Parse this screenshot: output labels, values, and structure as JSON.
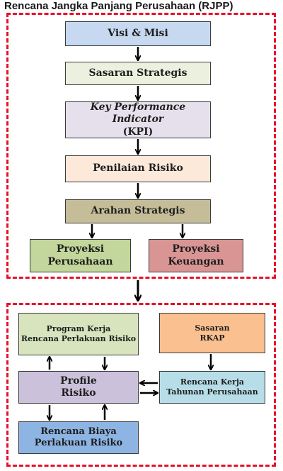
{
  "title": "Rencana Jangka Panjang Perusahaan (RJPP)",
  "colors": {
    "frame_border": "#e8102a",
    "visi": "#c6d9f1",
    "sasaran": "#ebf1de",
    "kpi": "#e6e0ec",
    "risiko": "#fde9d9",
    "arahan": "#c4bd97",
    "proyeksi_perusahaan": "#c3d69b",
    "proyeksi_keuangan": "#d99594",
    "program_kerja": "#d7e4bd",
    "sasaran_rkap": "#fac090",
    "profile": "#ccc1da",
    "rencana_kerja": "#b7dee8",
    "rencana_biaya": "#8eb4e3"
  },
  "top": {
    "visi": "Visi & Misi",
    "sasaran": "Sasaran Strategis",
    "kpi_line1": "Key Performance Indicator",
    "kpi_line2": "(KPI)",
    "penilaian": "Penilaian Risiko",
    "arahan": "Arahan Strategis",
    "proyeksi_perusahaan_line1": "Proyeksi",
    "proyeksi_perusahaan_line2": "Perusahaan",
    "proyeksi_keuangan_line1": "Proyeksi",
    "proyeksi_keuangan_line2": "Keuangan"
  },
  "bottom": {
    "program_line1": "Program Kerja",
    "program_line2": "Rencana Perlakuan Risiko",
    "sasaran_rkap_line1": "Sasaran",
    "sasaran_rkap_line2": "RKAP",
    "profile_line1": "Profile",
    "profile_line2": "Risiko",
    "rencana_kerja_line1": "Rencana Kerja",
    "rencana_kerja_line2": "Tahunan Perusahaan",
    "rencana_biaya_line1": "Rencana Biaya",
    "rencana_biaya_line2": "Perlakuan Risiko"
  }
}
